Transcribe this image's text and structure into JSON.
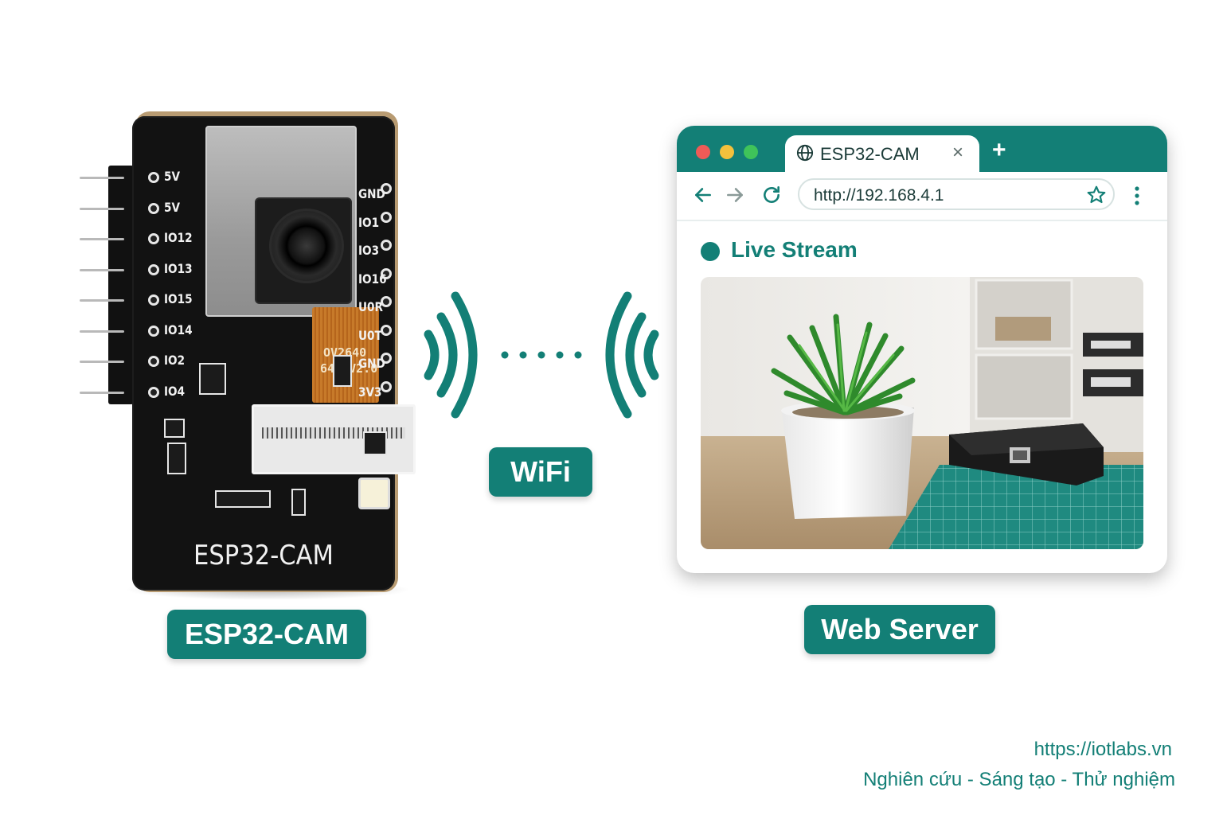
{
  "board": {
    "name": "ESP32-CAM",
    "left_pins": [
      "5V",
      "5V",
      "IO12",
      "IO13",
      "IO15",
      "IO14",
      "IO2",
      "IO4"
    ],
    "right_pins": [
      "GND",
      "IO1",
      "IO3",
      "IO16",
      "U0R",
      "U0T",
      "GND",
      "3V3"
    ],
    "camera_module": [
      "OV2640",
      "640-V2.0"
    ]
  },
  "labels": {
    "board": "ESP32-CAM",
    "link": "WiFi",
    "server": "Web Server"
  },
  "browser": {
    "tab_title": "ESP32-CAM",
    "address": "http://192.168.4.1",
    "section_title": "Live Stream",
    "window_dots": [
      "#ee5b57",
      "#f4c13c",
      "#3fc35a"
    ]
  },
  "footer": {
    "url": "https://iotlabs.vn",
    "tagline": "Nghiên cứu - Sáng tạo - Thử nghiệm"
  },
  "colors": {
    "accent": "#137f76"
  }
}
